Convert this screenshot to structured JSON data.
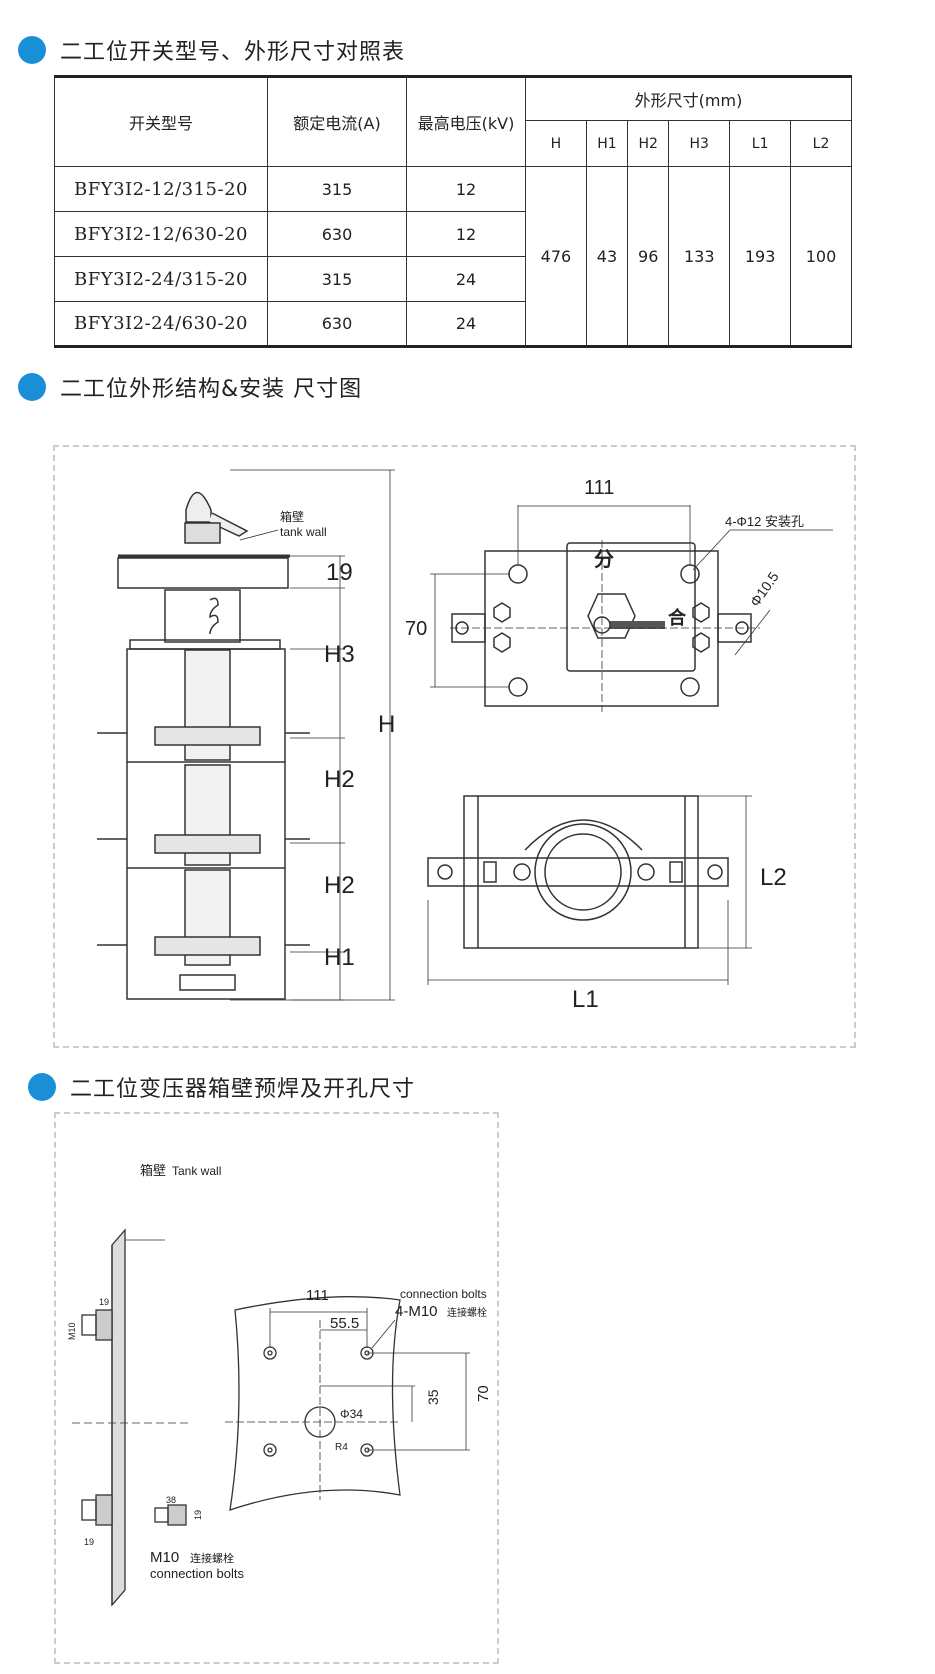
{
  "section1": {
    "title": "二工位开关型号、外形尺寸对照表"
  },
  "table": {
    "h_model": "开关型号",
    "h_current": "额定电流(A)",
    "h_voltage": "最高电压(kV)",
    "h_dims": "外形尺寸(mm)",
    "dim_cols": [
      "H",
      "H1",
      "H2",
      "H3",
      "L1",
      "L2"
    ],
    "rows": [
      {
        "model": "BFY3I2-12/315-20",
        "current": "315",
        "voltage": "12"
      },
      {
        "model": "BFY3I2-12/630-20",
        "current": "630",
        "voltage": "12"
      },
      {
        "model": "BFY3I2-24/315-20",
        "current": "315",
        "voltage": "24"
      },
      {
        "model": "BFY3I2-24/630-20",
        "current": "630",
        "voltage": "24"
      }
    ],
    "dims": [
      "476",
      "43",
      "96",
      "133",
      "193",
      "100"
    ]
  },
  "section2": {
    "title": "二工位外形结构&安装 尺寸图"
  },
  "diagram1": {
    "tank_cn": "箱壁",
    "tank_en": "tank wall",
    "d19": "19",
    "H3": "H3",
    "H2a": "H2",
    "H2b": "H2",
    "H1": "H1",
    "H": "H",
    "d111": "111",
    "holes": "4-Φ12 安装孔",
    "d70": "70",
    "phi105": "Φ10.5",
    "fen": "分",
    "he": "合",
    "L2": "L2",
    "L1": "L1"
  },
  "section3": {
    "title": "二工位变压器箱壁预焊及开孔尺寸"
  },
  "diagram2": {
    "tank_cn": "箱壁",
    "tank_en": "Tank wall",
    "d19a": "19",
    "m10v": "M10",
    "d19b": "19",
    "d38": "38",
    "d19c": "19",
    "m10_cn": "M10",
    "m10_cn2": "连接螺栓",
    "bolts_en": "connection bolts",
    "d111": "111",
    "d555": "55.5",
    "conn_en": "connection bolts",
    "conn_cn": "4-M10",
    "conn_cn2": "连接螺栓",
    "phi34": "Φ34",
    "r4": "R4",
    "d35": "35",
    "d70": "70"
  }
}
